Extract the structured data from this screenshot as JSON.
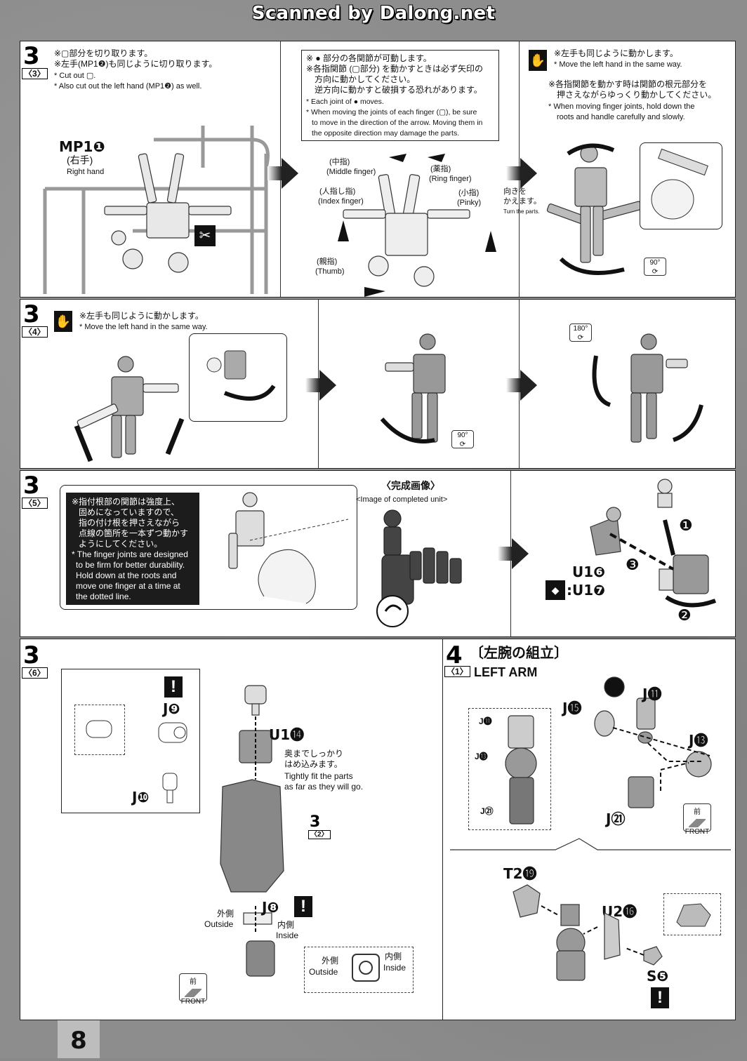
{
  "header": {
    "watermark": "Scanned by Dalong.net"
  },
  "page_number": "8",
  "step3_3": {
    "num": "3",
    "sub": "〈3〉",
    "note_jp1": "※▢部分を切り取ります。",
    "note_jp2": "※左手(MP1❷)も同じように切り取ります。",
    "note_en1": "* Cut out ▢.",
    "note_en2": "* Also cut out the left hand (MP1❷) as well.",
    "part_label": "MP1❶",
    "part_jp": "(右手)",
    "part_en": "Right hand",
    "box_jp1": "※ ● 部分の各関節が可動します。",
    "box_jp2": "※各指関節 (▢部分) を動かすときは必ず矢印の",
    "box_jp3": "方向に動かしてください。",
    "box_jp4": "逆方向に動かすと破損する恐れがあります。",
    "box_en1": "* Each joint of ● moves.",
    "box_en2": "* When moving the joints of each finger (▢), be sure",
    "box_en3": "to move in the direction of the arrow. Moving them in",
    "box_en4": "the opposite direction may damage the parts.",
    "middle_jp": "(中指)",
    "middle_en": "(Middle finger)",
    "ring_jp": "(薬指)",
    "ring_en": "(Ring finger)",
    "index_jp": "(人指し指)",
    "index_en": "(Index finger)",
    "pinky_jp": "(小指)",
    "pinky_en": "(Pinky)",
    "thumb_jp": "(親指)",
    "thumb_en": "(Thumb)",
    "turn_jp1": "向きを",
    "turn_jp2": "かえます。",
    "turn_en": "Turn the parts.",
    "left_jp": "※左手も同じように動かします。",
    "left_en": "* Move the left hand in the same way.",
    "hold_jp1": "※各指関節を動かす時は関節の根元部分を",
    "hold_jp2": "押さえながらゆっくり動かしてください。",
    "hold_en1": "* When moving finger joints, hold down the",
    "hold_en2": "roots and handle carefully and slowly.",
    "deg": "90°"
  },
  "step3_4": {
    "num": "3",
    "sub": "〈4〉",
    "left_jp": "※左手も同じように動かします。",
    "left_en": "* Move the left hand in the same way.",
    "deg180": "180°",
    "deg90": "90°"
  },
  "step3_5": {
    "num": "3",
    "sub": "〈5〉",
    "black_jp1": "※指付根部の関節は強度上、",
    "black_jp2": "固めになっていますので、",
    "black_jp3": "指の付け根を押さえながら",
    "black_jp4": "点線の箇所を一本ずつ動かす",
    "black_jp5": "ようにしてください。",
    "black_en1": "* The finger joints are designed",
    "black_en2": "to be firm for better durability.",
    "black_en3": "Hold down at the roots and",
    "black_en4": "move one finger at a time at",
    "black_en5": "the dotted line.",
    "completed_jp": "〈完成画像〉",
    "completed_en": "<Image of completed unit>",
    "part1": "U1❻",
    "part2": ":U1❼",
    "n1": "❶",
    "n2": "❷",
    "n3": "❸"
  },
  "step3_6": {
    "num": "3",
    "sub": "〈6〉",
    "j9": "J❾",
    "j10": "J❿",
    "u14": "U1⓮",
    "j8": "J❽",
    "fit_jp1": "奥までしっかり",
    "fit_jp2": "はめ込みます。",
    "fit_en1": "Tightly fit the parts",
    "fit_en2": "as far as they will go.",
    "ref_num": "3",
    "ref_sub": "〈2〉",
    "outside_jp": "外側",
    "outside_en": "Outside",
    "inside_jp": "内側",
    "inside_en": "Inside",
    "front_jp": "前",
    "front_en": "FRONT",
    "excl": "!"
  },
  "step4_1": {
    "num": "4",
    "sub": "〈1〉",
    "title_jp": "〔左腕の組立〕",
    "title_en": "LEFT ARM",
    "j11": "J⓫",
    "j13": "J⓭",
    "j15": "J⓯",
    "j21": "J㉑",
    "t2": "T2⓳",
    "u2": "U2⓰",
    "s5": "S❺",
    "front_jp": "前",
    "front_en": "FRONT",
    "excl": "!"
  }
}
